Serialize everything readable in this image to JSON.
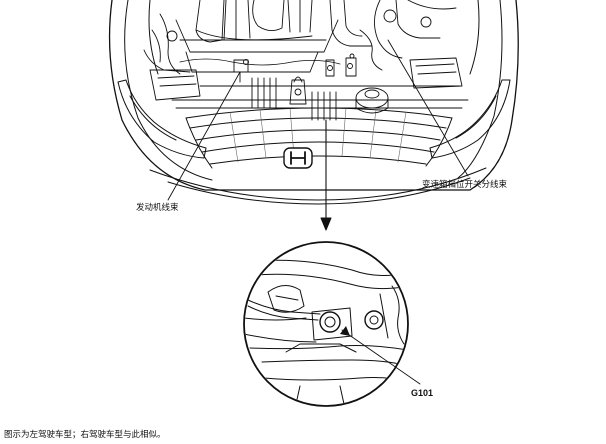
{
  "labels": {
    "engine_harness": "发动机线束",
    "transmission_switch_harness": "变速箱档位开关分线束",
    "ground_point": "G101"
  },
  "caption": "图示为左驾驶车型；右驾驶车型与此相似。",
  "colors": {
    "line": "#111111",
    "background": "#ffffff",
    "shade": "#d8d8d8"
  },
  "icons": {
    "brand_emblem": "honda-h-emblem"
  }
}
